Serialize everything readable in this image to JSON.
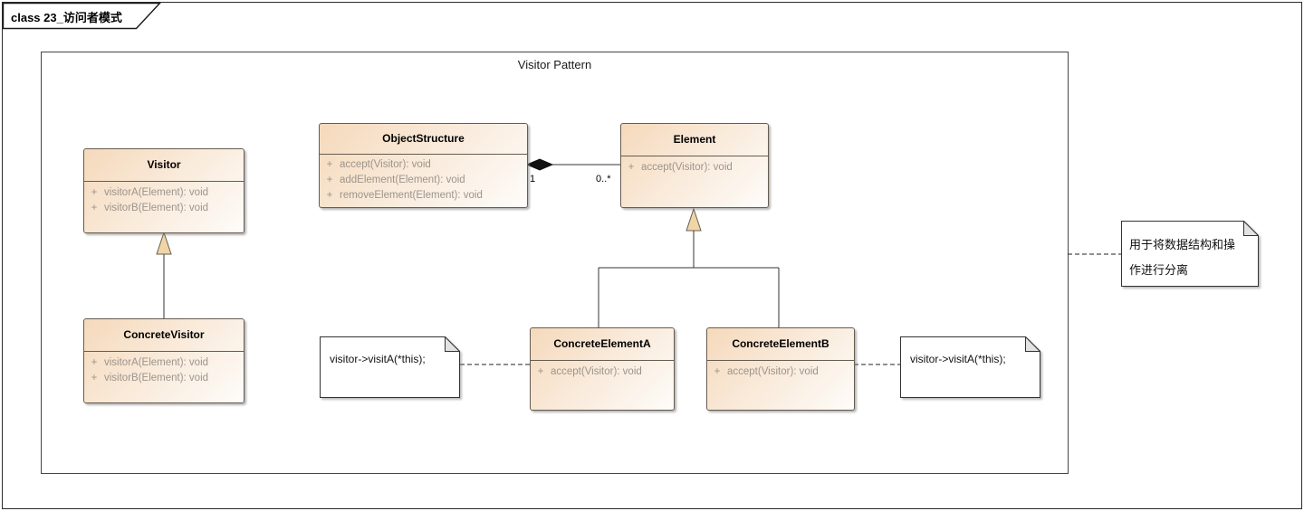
{
  "tab": {
    "label": "class 23_访问者模式"
  },
  "frame": {
    "title": "Visitor Pattern"
  },
  "ui": {
    "public": "+"
  },
  "classes": [
    {
      "name": "Visitor",
      "methods": [
        "visitorA(Element): void",
        "visitorB(Element): void"
      ]
    },
    {
      "name": "ObjectStructure",
      "methods": [
        "accept(Visitor): void",
        "addElement(Element): void",
        "removeElement(Element): void"
      ]
    },
    {
      "name": "Element",
      "methods": [
        "accept(Visitor): void"
      ]
    },
    {
      "name": "ConcreteVisitor",
      "methods": [
        "visitorA(Element): void",
        "visitorB(Element): void"
      ]
    },
    {
      "name": "ConcreteElementA",
      "methods": [
        "accept(Visitor): void"
      ]
    },
    {
      "name": "ConcreteElementB",
      "methods": [
        "accept(Visitor): void"
      ]
    }
  ],
  "notes": [
    {
      "lines": [
        "visitor->visitA(*this);"
      ]
    },
    {
      "lines": [
        "visitor->visitA(*this);"
      ]
    },
    {
      "lines": [
        "用于将数据结构和操",
        "作进行分离"
      ]
    }
  ],
  "relations": {
    "composition": {
      "source_multiplicity": "1",
      "target_multiplicity": "0..*"
    }
  },
  "colors": {
    "class_fill_start": "#f5d9bb",
    "class_fill_end": "#fefcfa",
    "class_border": "#665c50",
    "triangle_fill": "#f0d5a8",
    "note_fold": "#e3e3e3",
    "method_text": "#9c948c",
    "line": "#333333"
  }
}
